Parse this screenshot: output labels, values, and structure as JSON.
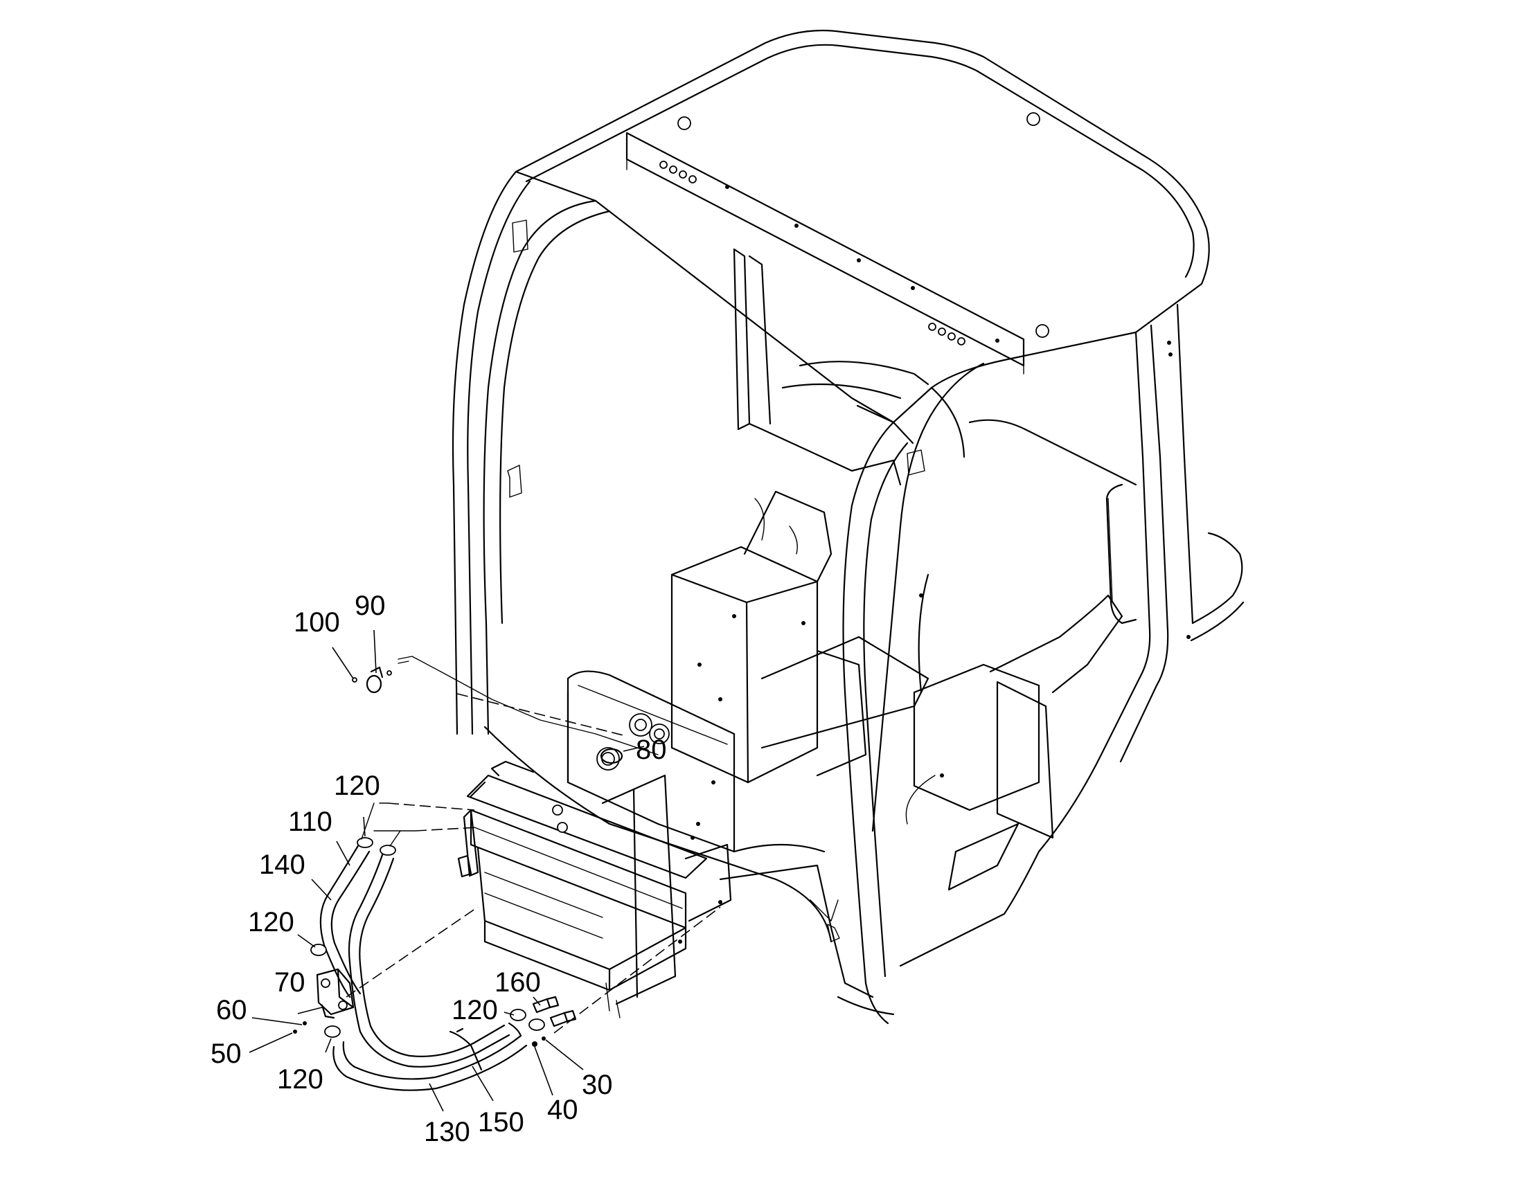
{
  "callouts": [
    {
      "id": "100",
      "text": "100"
    },
    {
      "id": "90",
      "text": "90"
    },
    {
      "id": "80",
      "text": "80"
    },
    {
      "id": "120a",
      "text": "120"
    },
    {
      "id": "110",
      "text": "110"
    },
    {
      "id": "140",
      "text": "140"
    },
    {
      "id": "120b",
      "text": "120"
    },
    {
      "id": "70",
      "text": "70"
    },
    {
      "id": "60",
      "text": "60"
    },
    {
      "id": "50",
      "text": "50"
    },
    {
      "id": "120c",
      "text": "120"
    },
    {
      "id": "130",
      "text": "130"
    },
    {
      "id": "150",
      "text": "150"
    },
    {
      "id": "160",
      "text": "160"
    },
    {
      "id": "120d",
      "text": "120"
    },
    {
      "id": "40",
      "text": "40"
    },
    {
      "id": "30",
      "text": "30"
    }
  ]
}
